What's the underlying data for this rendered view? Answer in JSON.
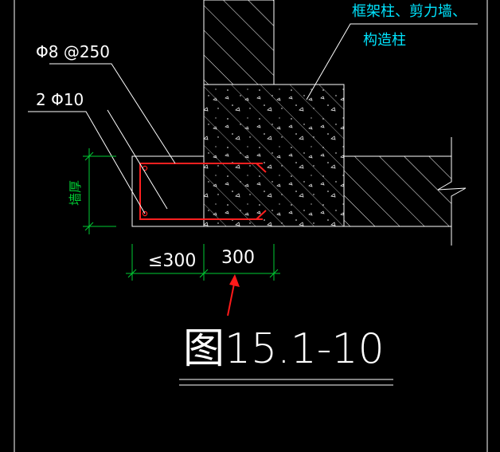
{
  "annotations": {
    "column_label_line1": "框架柱、剪力墙、",
    "column_label_line2": "构造柱",
    "stirrup_label": "Φ8 @250",
    "rebar_label": "2 Φ10",
    "height_label": "墙厚",
    "dim_left": "≤300",
    "dim_right": "300",
    "figure_title": "图15.1-10"
  },
  "colors": {
    "background": "#000000",
    "outline": "#ffffff",
    "cyan_text": "#00e5ff",
    "dimension": "#00cc33",
    "rebar": "#ff2020",
    "arrow": "#ff1a1a"
  }
}
